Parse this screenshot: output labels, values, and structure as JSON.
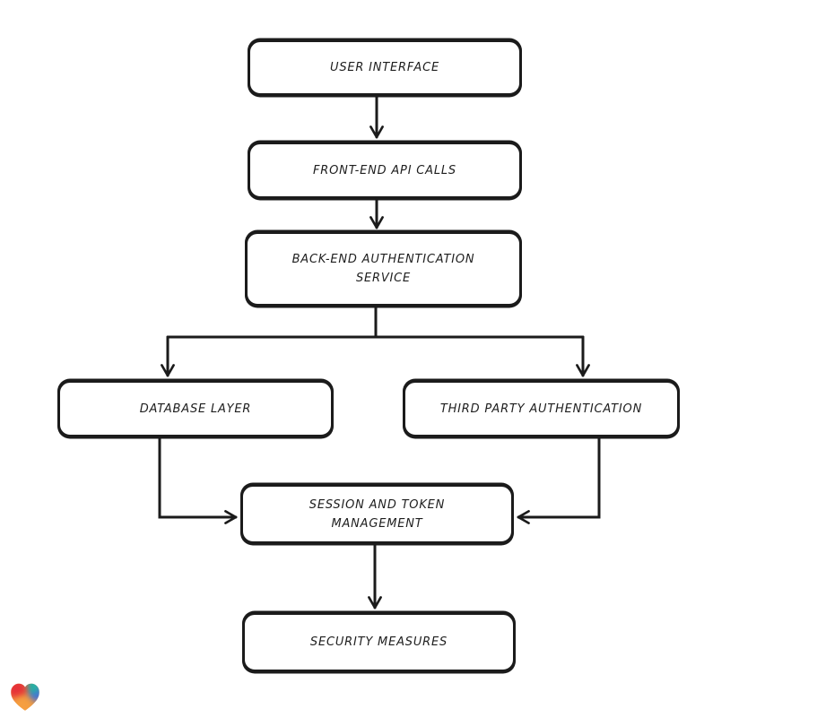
{
  "app": {
    "background_color": "#ffffff",
    "stroke_color": "#1b1b1b"
  },
  "diagram": {
    "type": "flowchart",
    "nodes": [
      {
        "id": "user-interface",
        "label": "USER INTERFACE"
      },
      {
        "id": "front-end-api-calls",
        "label": "FRONT-END API CALLS"
      },
      {
        "id": "back-end-authentication-service",
        "label": "BACK-END AUTHENTICATION\nSERVICE"
      },
      {
        "id": "database-layer",
        "label": "DATABASE LAYER"
      },
      {
        "id": "third-party-authentication",
        "label": "THIRD PARTY AUTHENTICATION"
      },
      {
        "id": "session-and-token-management",
        "label": "SESSION AND TOKEN\nMANAGEMENT"
      },
      {
        "id": "security-measures",
        "label": "SECURITY MEASURES"
      }
    ],
    "edges": [
      {
        "from": "user-interface",
        "to": "front-end-api-calls"
      },
      {
        "from": "front-end-api-calls",
        "to": "back-end-authentication-service"
      },
      {
        "from": "back-end-authentication-service",
        "to": "database-layer"
      },
      {
        "from": "back-end-authentication-service",
        "to": "third-party-authentication"
      },
      {
        "from": "database-layer",
        "to": "session-and-token-management"
      },
      {
        "from": "third-party-authentication",
        "to": "session-and-token-management"
      },
      {
        "from": "session-and-token-management",
        "to": "security-measures"
      }
    ]
  },
  "branding": {
    "logo": "gradient-heart-logo",
    "colors": {
      "red": "#e63238",
      "teal": "#1fb4a8",
      "blue": "#4a6fd8",
      "orange": "#f09a3e"
    }
  }
}
